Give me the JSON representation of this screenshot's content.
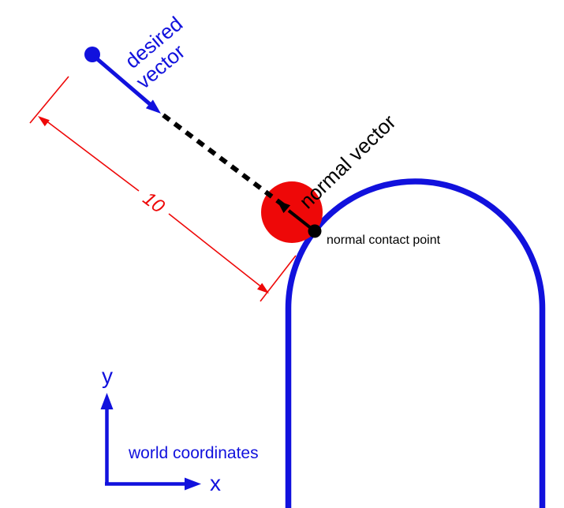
{
  "figure": {
    "labels": {
      "desired_vector_line1": "desired",
      "desired_vector_line2": "vector",
      "normal_vector": "normal vector",
      "normal_contact_point": "normal contact point",
      "dimension_value": "10",
      "world_coordinates": "world coordinates",
      "axis_x": "x",
      "axis_y": "y"
    },
    "colors": {
      "blue": "#1111dd",
      "red": "#ee0808",
      "black": "#000000",
      "background": "#ffffff"
    }
  }
}
